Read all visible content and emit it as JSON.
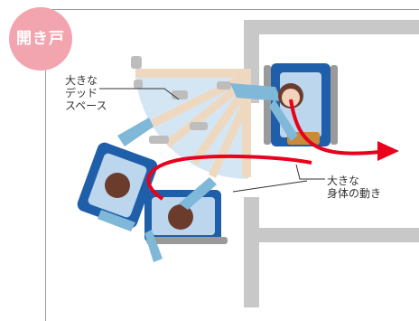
{
  "badge": {
    "label": "開き戸",
    "color": "#f2a5af"
  },
  "labels": {
    "dead_space": [
      "大きな",
      "デッド",
      "スペース"
    ],
    "body_motion": [
      "大きな",
      "身体の動き"
    ]
  },
  "colors": {
    "arrow": "#e8001c",
    "wall": "#c8c8c8",
    "door": "#eed9c0",
    "swing_area": "#cfe3f3",
    "wheelchair": "#1f5ea8",
    "person_arm": "#7fb8d8"
  },
  "icons": [
    "wheelchair-icon",
    "person-icon",
    "door-icon",
    "arrow-icon"
  ]
}
